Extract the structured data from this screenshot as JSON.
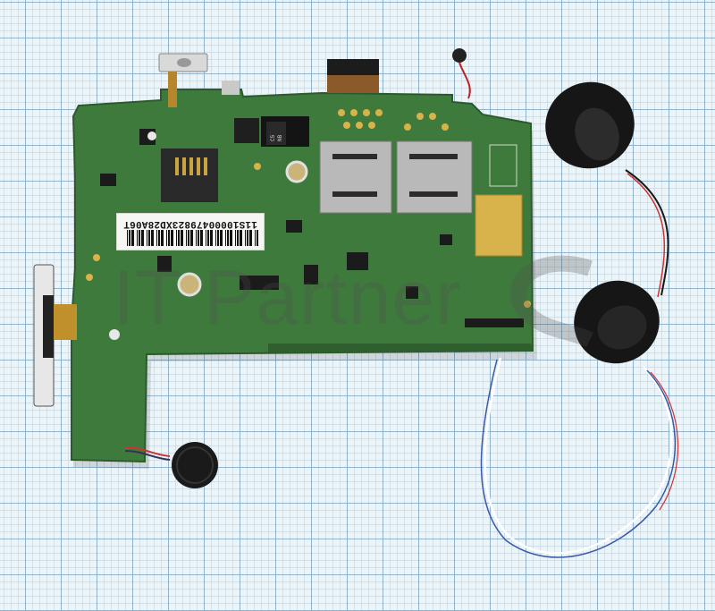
{
  "image": {
    "subject": "smartphone main board with vibration motors and speakers",
    "background": "blue millimetre graph paper"
  },
  "labels": {
    "barcode": "11S10000479823XD28A06T",
    "chip_marking_1": "C5",
    "chip_marking_2": "NB"
  },
  "watermark": {
    "text": "IT Partner"
  },
  "colors": {
    "pcb": "#3f7a3d",
    "pcb_edge": "#2f5f2f",
    "sim_tray": "#b9b9b9",
    "gold_pad": "#d8b24a",
    "speaker": "#1a1a1a"
  }
}
